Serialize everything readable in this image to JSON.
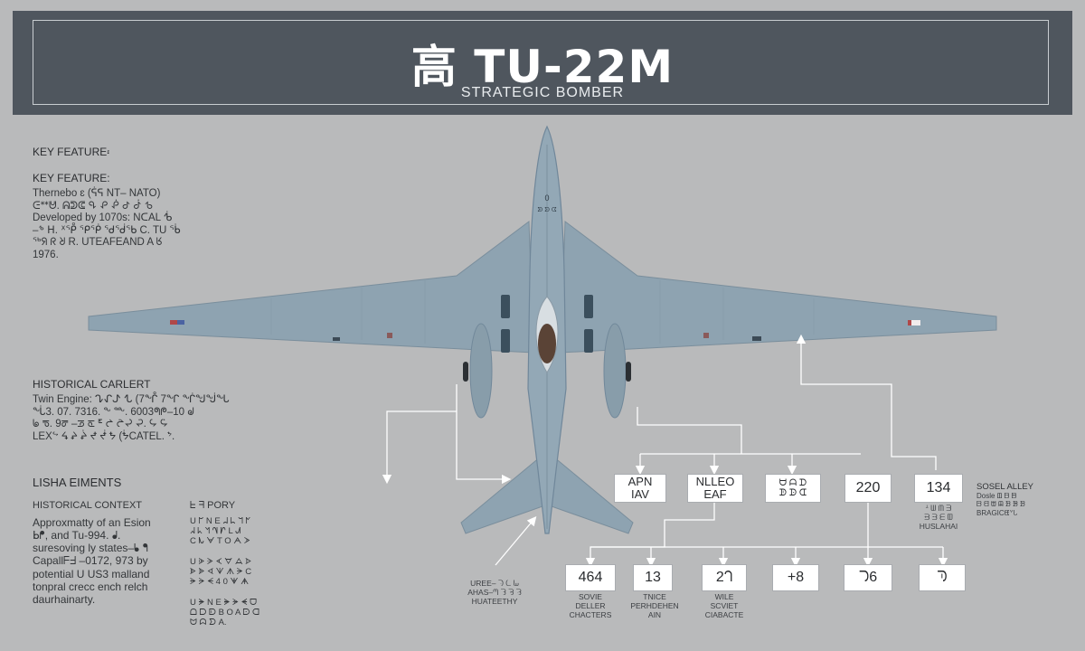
{
  "header": {
    "title": "高 TU-22M",
    "subtitle": "STRATEGIC BOMBER"
  },
  "left_panel": {
    "key_features_top": "KEY FEATURE፡",
    "key_features_heading": "KEY FEATURE:",
    "key_features_text": "Thernebo ɛ (ᕌᕋ NT– NATO)\nᕮᕯᕰ. ᕱᕲᕳ ᕴ ᕵ ᕶ ᕷ ᕸ ᕹ\nDeveloped by 1070s: NᑕAL ᕺ\n–ᕻ ᕼ. ᕽᕾ ᕿᖀ ᖁᖂᖃ C. TU ᖄ\nᖅᖆ ᖇ ᖈ R. UTEAFEAND A ᖉ\n1976.",
    "historical_heading": "HISTORICAL CARLERT",
    "historical_text": "Twin Engine: ᖊᖋᖌ ᖍ (7ᖎ 7ᖏ ᖐᖑᖒᖓ\nᖔ3. 07. 7316. ᖕ ᖖ. 6003ᖗᖘ–10 ᖙ\nᖚ ᖛ. 9ᖜ –ᖝ ᖞ ᖟ ᖠ ᖡᖢ ᖣ. ᖤ ᖥ\nLEXᖦ ᖧ ᖨ ᖩ ᖪ ᖫ ᖬ (ᖭCATEL. ᖮ.",
    "elements_heading": "LISHA EIMENTS",
    "context_heading": "HISTORICAL CONTEXT",
    "context_text": "Approxmatty of an Esion\nᖯᖰ, and Tu-994. ᖱ.\nsuresoving ly states–ᖲ ᖳ\nCapallᖴᖵ –0172, 973 by\npotential U US3 malland\ntonpral crecc ench relch\ndaurhainarty.",
    "side_heading": "ᖶ ᖷ PORY",
    "side_text": "U ᖸ N E ᖹ ᖺ ᖻ ᖼ\nᖽ ᖾ ᖿ ᗀ ᗁ L ᗂ\nC ᗃ ᗄ T O ᗅ ᗆ\n\nU ᗇ ᗈ ᗉ ᗊ ᗋ ᗌ\nᗍ ᗎ ᗏ ᗐ ᗑ ᗒ C\nᗓ ᗔ ᗕ 4 0 ᗖ ᗗ\n\nU ᗘ N E ᗙ ᗚ ᗛ ᗜ\nᗝ ᗞ ᗟ B O A ᗠ ᗡ\nᗢ ᗣ ᗤ A."
  },
  "aircraft_labels": {
    "nose_marker": "0",
    "nose_text": "ᗥ ᗦ ᗧ"
  },
  "row1_boxes": [
    "APN\nIAV",
    "NLLEO\nEAF",
    "ᗨ ᗩ ᗪ\nᗫ ᗬ ᗭ",
    "220",
    "134"
  ],
  "row1_side_caption": "ᗮ ᗯ ᗰ ᗱ\nᗲ ᗳ ᗴ ᗵ\nHUSLAHAI",
  "right_note": {
    "heading": "SOSEL ALLEY",
    "text": "Dosle ᗶ ᗷ ᗸ\nᗹ ᗺ ᗻ ᗼ ᗽ ᗾ ᗿ\nBRAGICᘀᘁᘂ"
  },
  "row2_boxes": [
    "464",
    "13",
    "2ᘃ",
    "+8",
    "ᘄ6",
    "ᘅ"
  ],
  "row2_captions": [
    "SOVIE\nDELLER\nCHACTERS",
    "TNICE\nPERHDEHEN\nAIN",
    "WILE\nSCVIET\nCIABACTE"
  ],
  "bottom_left_caption": "UREE– ᘆ ᘇ ᘈ\nAHAS–ᘉ ᘊ ᘋ ᘌ\nHUATEETHY",
  "colors": {
    "banner": "#4f565e",
    "background": "#b9babb",
    "aircraft": "#8ea3b1",
    "aircraft_shadow": "#6f8593",
    "connector": "#ffffff"
  },
  "icons": [
    "aircraft-illustration",
    "arrow-up-icon",
    "arrow-down-icon"
  ]
}
